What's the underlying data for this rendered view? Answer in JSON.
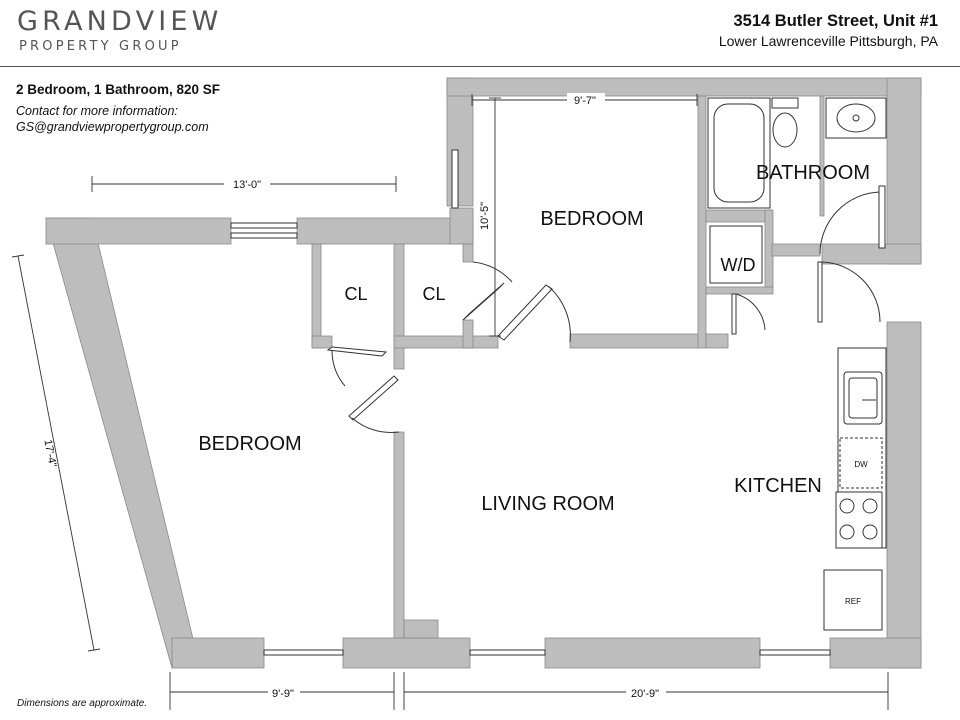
{
  "header": {
    "brand": "GRANDVIEW",
    "brand_sub": "PROPERTY GROUP",
    "address": "3514 Butler Street, Unit #1",
    "location": "Lower Lawrenceville Pittsburgh, PA"
  },
  "unit": {
    "specs": "2 Bedroom, 1 Bathroom, 820 SF",
    "contact_label": "Contact for more information:",
    "contact_email": "GS@grandviewpropertygroup.com"
  },
  "rooms": {
    "bedroom_left": "BEDROOM",
    "bedroom_top": "BEDROOM",
    "bathroom": "BATHROOM",
    "closet_1": "CL",
    "closet_2": "CL",
    "laundry": "W/D",
    "living_room": "LIVING ROOM",
    "kitchen": "KITCHEN"
  },
  "appliances": {
    "dishwasher": "DW",
    "refrigerator": "REF"
  },
  "dimensions": {
    "left_bedroom_width": "13'-0\"",
    "left_bedroom_depth": "17'-4\"",
    "top_bedroom_width": "9'-7\"",
    "top_bedroom_depth": "10'-5\"",
    "bottom_left_width": "9'-9\"",
    "bottom_right_width": "20'-9\""
  },
  "footnote": "Dimensions are approximate.",
  "colors": {
    "wall": "#bdbdbd",
    "wall_stroke": "#8a8a8a",
    "line": "#333333"
  }
}
